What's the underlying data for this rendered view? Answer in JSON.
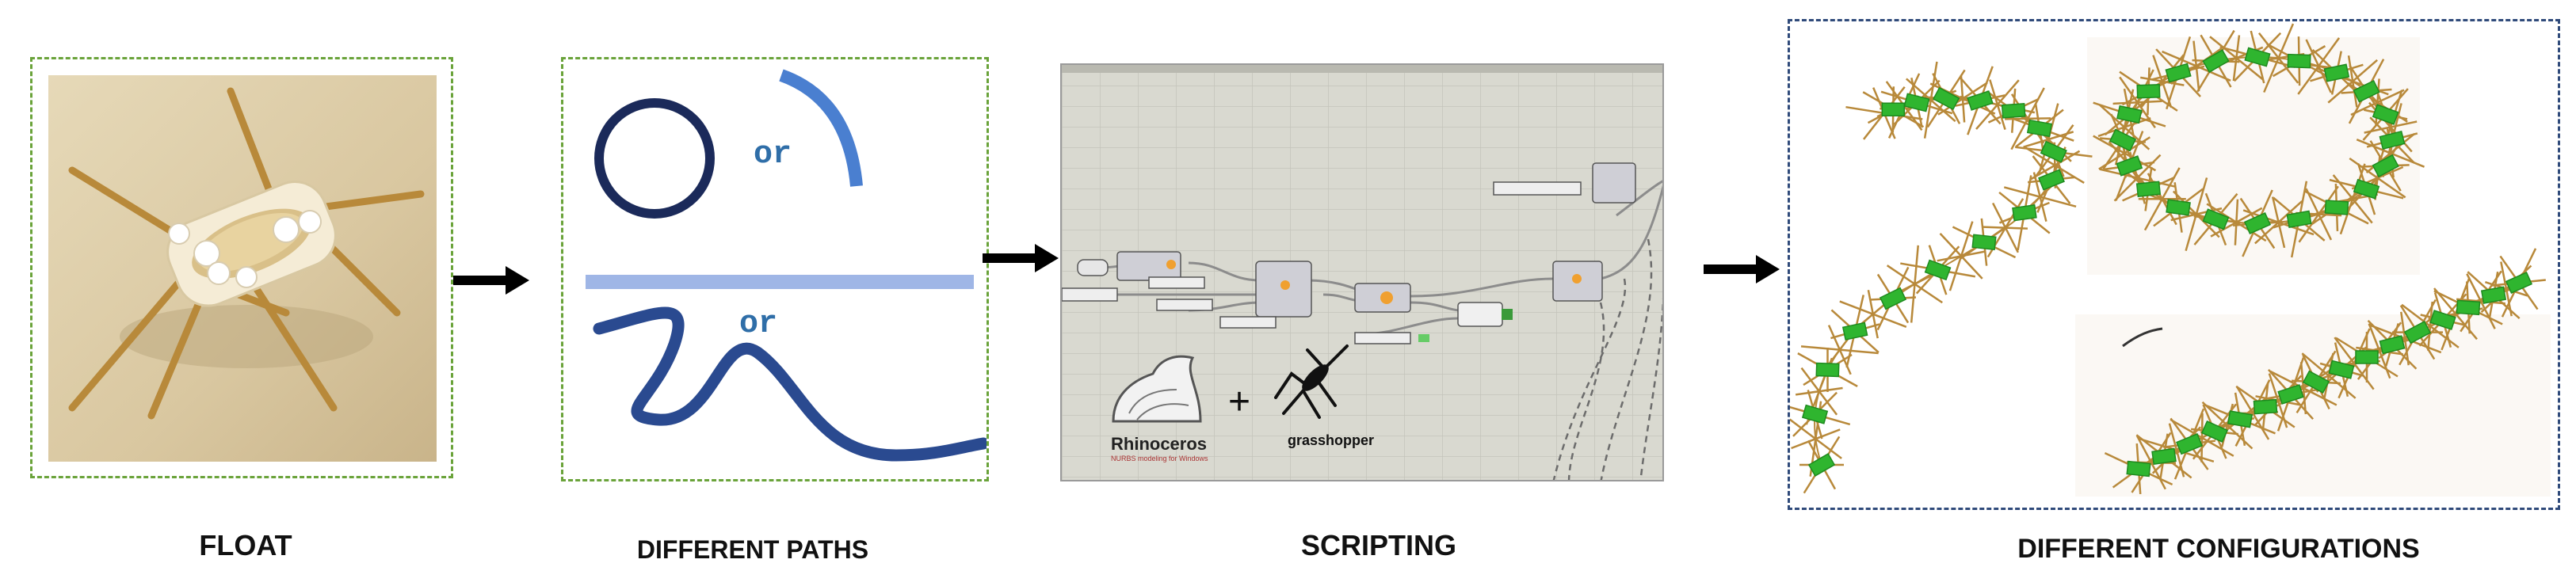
{
  "stages": [
    {
      "id": "float",
      "caption": "FLOAT"
    },
    {
      "id": "paths",
      "caption": "DIFFERENT PATHS",
      "or_labels": [
        "or",
        "or"
      ]
    },
    {
      "id": "scripting",
      "caption": "SCRIPTING",
      "logos": {
        "rhino_name": "Rhinoceros",
        "rhino_tagline": "NURBS modeling for Windows",
        "plus": "+",
        "grasshopper_name": "grasshopper"
      }
    },
    {
      "id": "configurations",
      "caption": "DIFFERENT CONFIGURATIONS"
    }
  ],
  "colors": {
    "green_dash": "#6aa33a",
    "navy_dash": "#2f4a7a",
    "circle_stroke": "#1b2a5a",
    "arc_stroke": "#4a7fd0",
    "line_fill": "#9fb6e6",
    "wave_stroke": "#2a4a90",
    "or_text": "#2f6ea8",
    "stick": "#b8893a",
    "band": "#2fb52f"
  },
  "icons": [
    "arrow-right-icon",
    "rhino-logo-icon",
    "grasshopper-icon"
  ]
}
